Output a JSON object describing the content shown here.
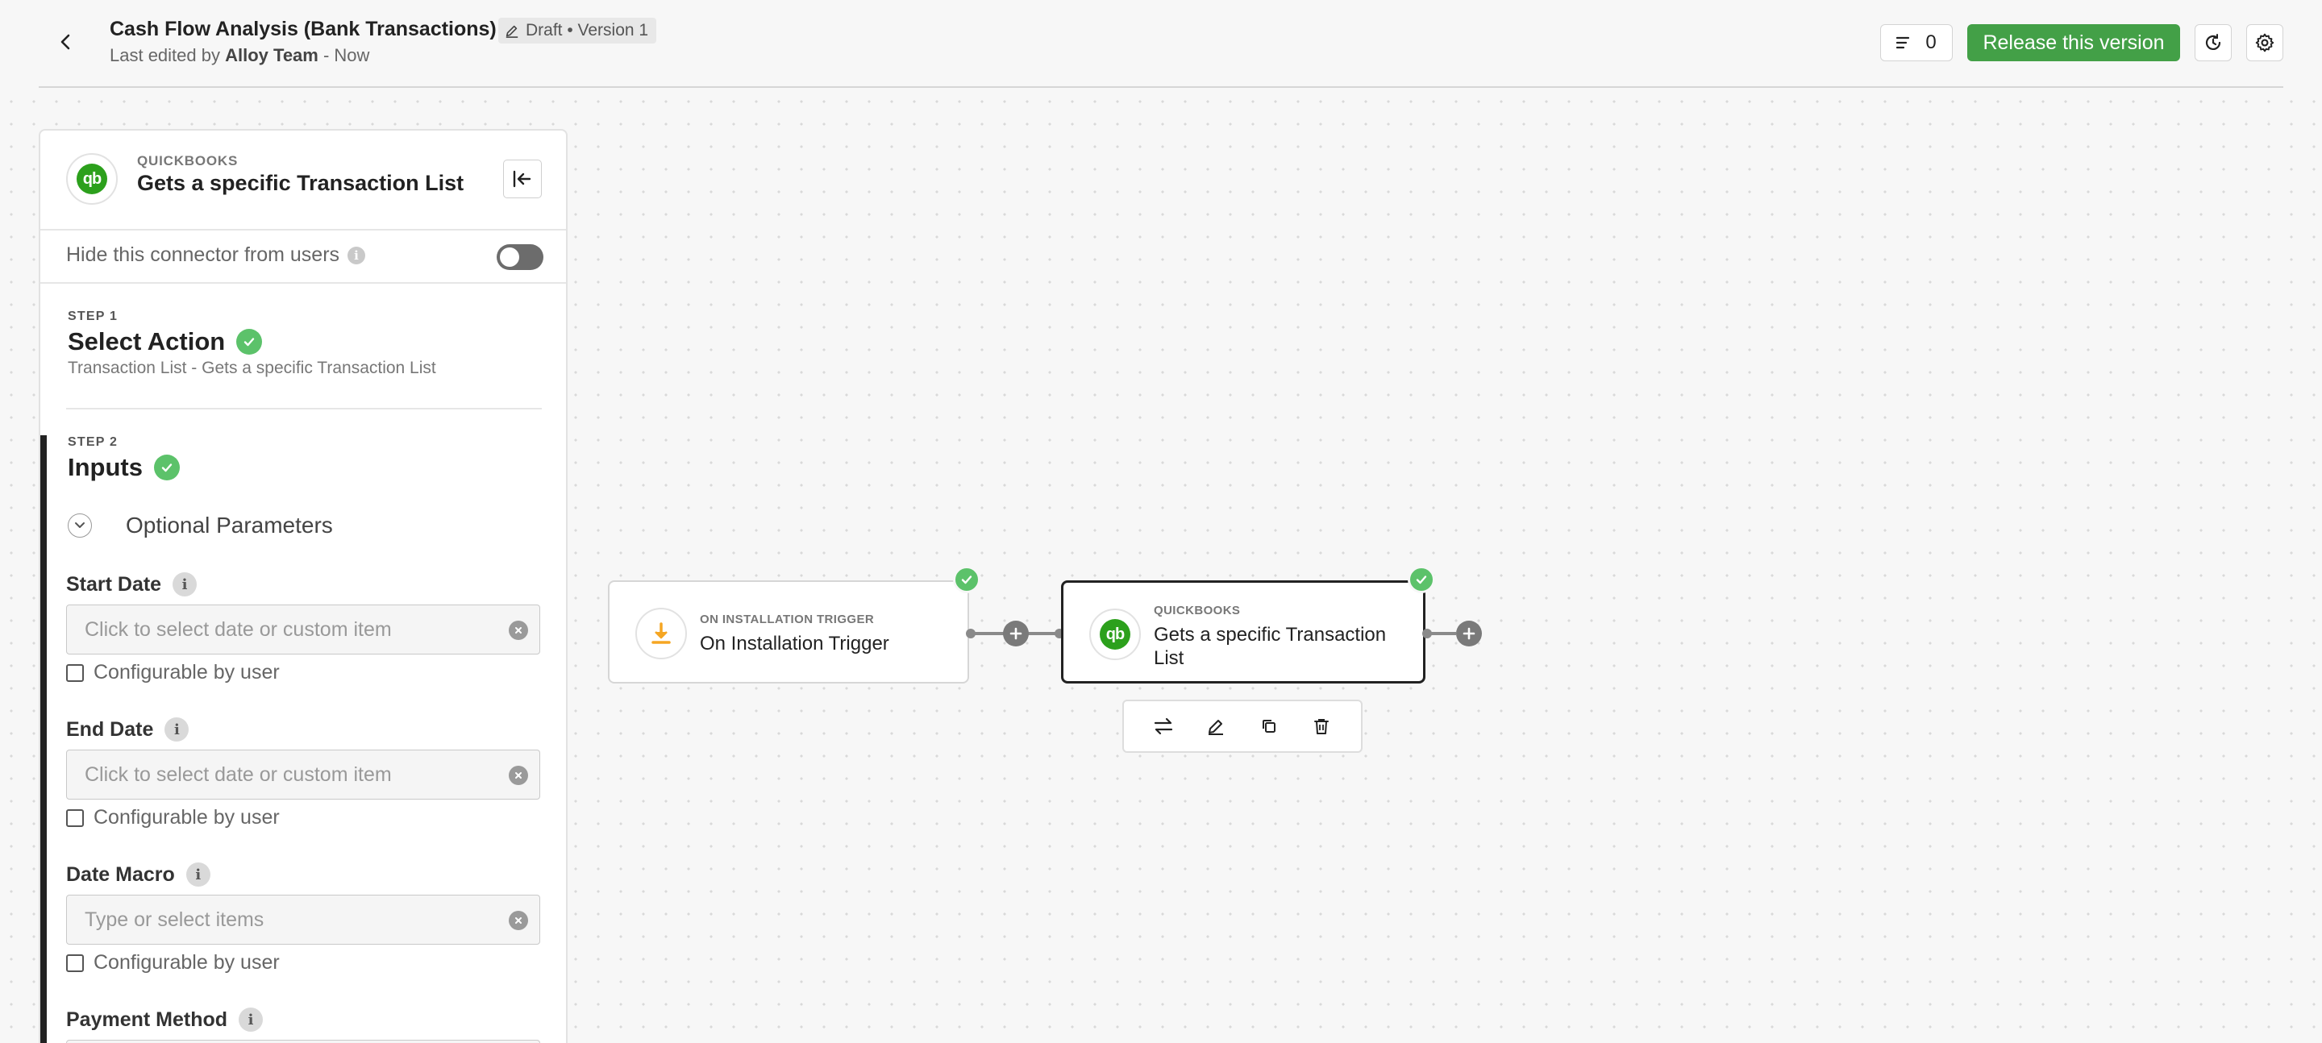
{
  "header": {
    "title": "Cash Flow Analysis (Bank Transactions)",
    "badge": "Draft • Version 1",
    "edited_prefix": "Last edited by",
    "edited_by": "Alloy Team",
    "edited_when": "- Now",
    "count": "0",
    "release_label": "Release this version"
  },
  "panel": {
    "app_name": "QUICKBOOKS",
    "action_title": "Gets a specific Transaction List",
    "hide_label": "Hide this connector from users",
    "step1": {
      "label": "STEP 1",
      "title": "Select Action",
      "subtitle": "Transaction List - Gets a specific Transaction List"
    },
    "step2": {
      "label": "STEP 2",
      "title": "Inputs"
    },
    "optional_label": "Optional Parameters",
    "fields": [
      {
        "label": "Start Date",
        "placeholder": "Click to select date or custom item",
        "configurable": "Configurable by user"
      },
      {
        "label": "End Date",
        "placeholder": "Click to select date or custom item",
        "configurable": "Configurable by user"
      },
      {
        "label": "Date Macro",
        "placeholder": "Type or select items",
        "configurable": "Configurable by user"
      },
      {
        "label": "Payment Method"
      }
    ]
  },
  "flow": {
    "trigger": {
      "small": "ON INSTALLATION TRIGGER",
      "title": "On Installation Trigger"
    },
    "action": {
      "small": "QUICKBOOKS",
      "title": "Gets a specific Transaction List"
    }
  },
  "colors": {
    "accent_green": "#43a047",
    "check_green": "#5cc26a",
    "quickbooks_green": "#2ca01c",
    "trigger_orange": "#f5a623"
  }
}
